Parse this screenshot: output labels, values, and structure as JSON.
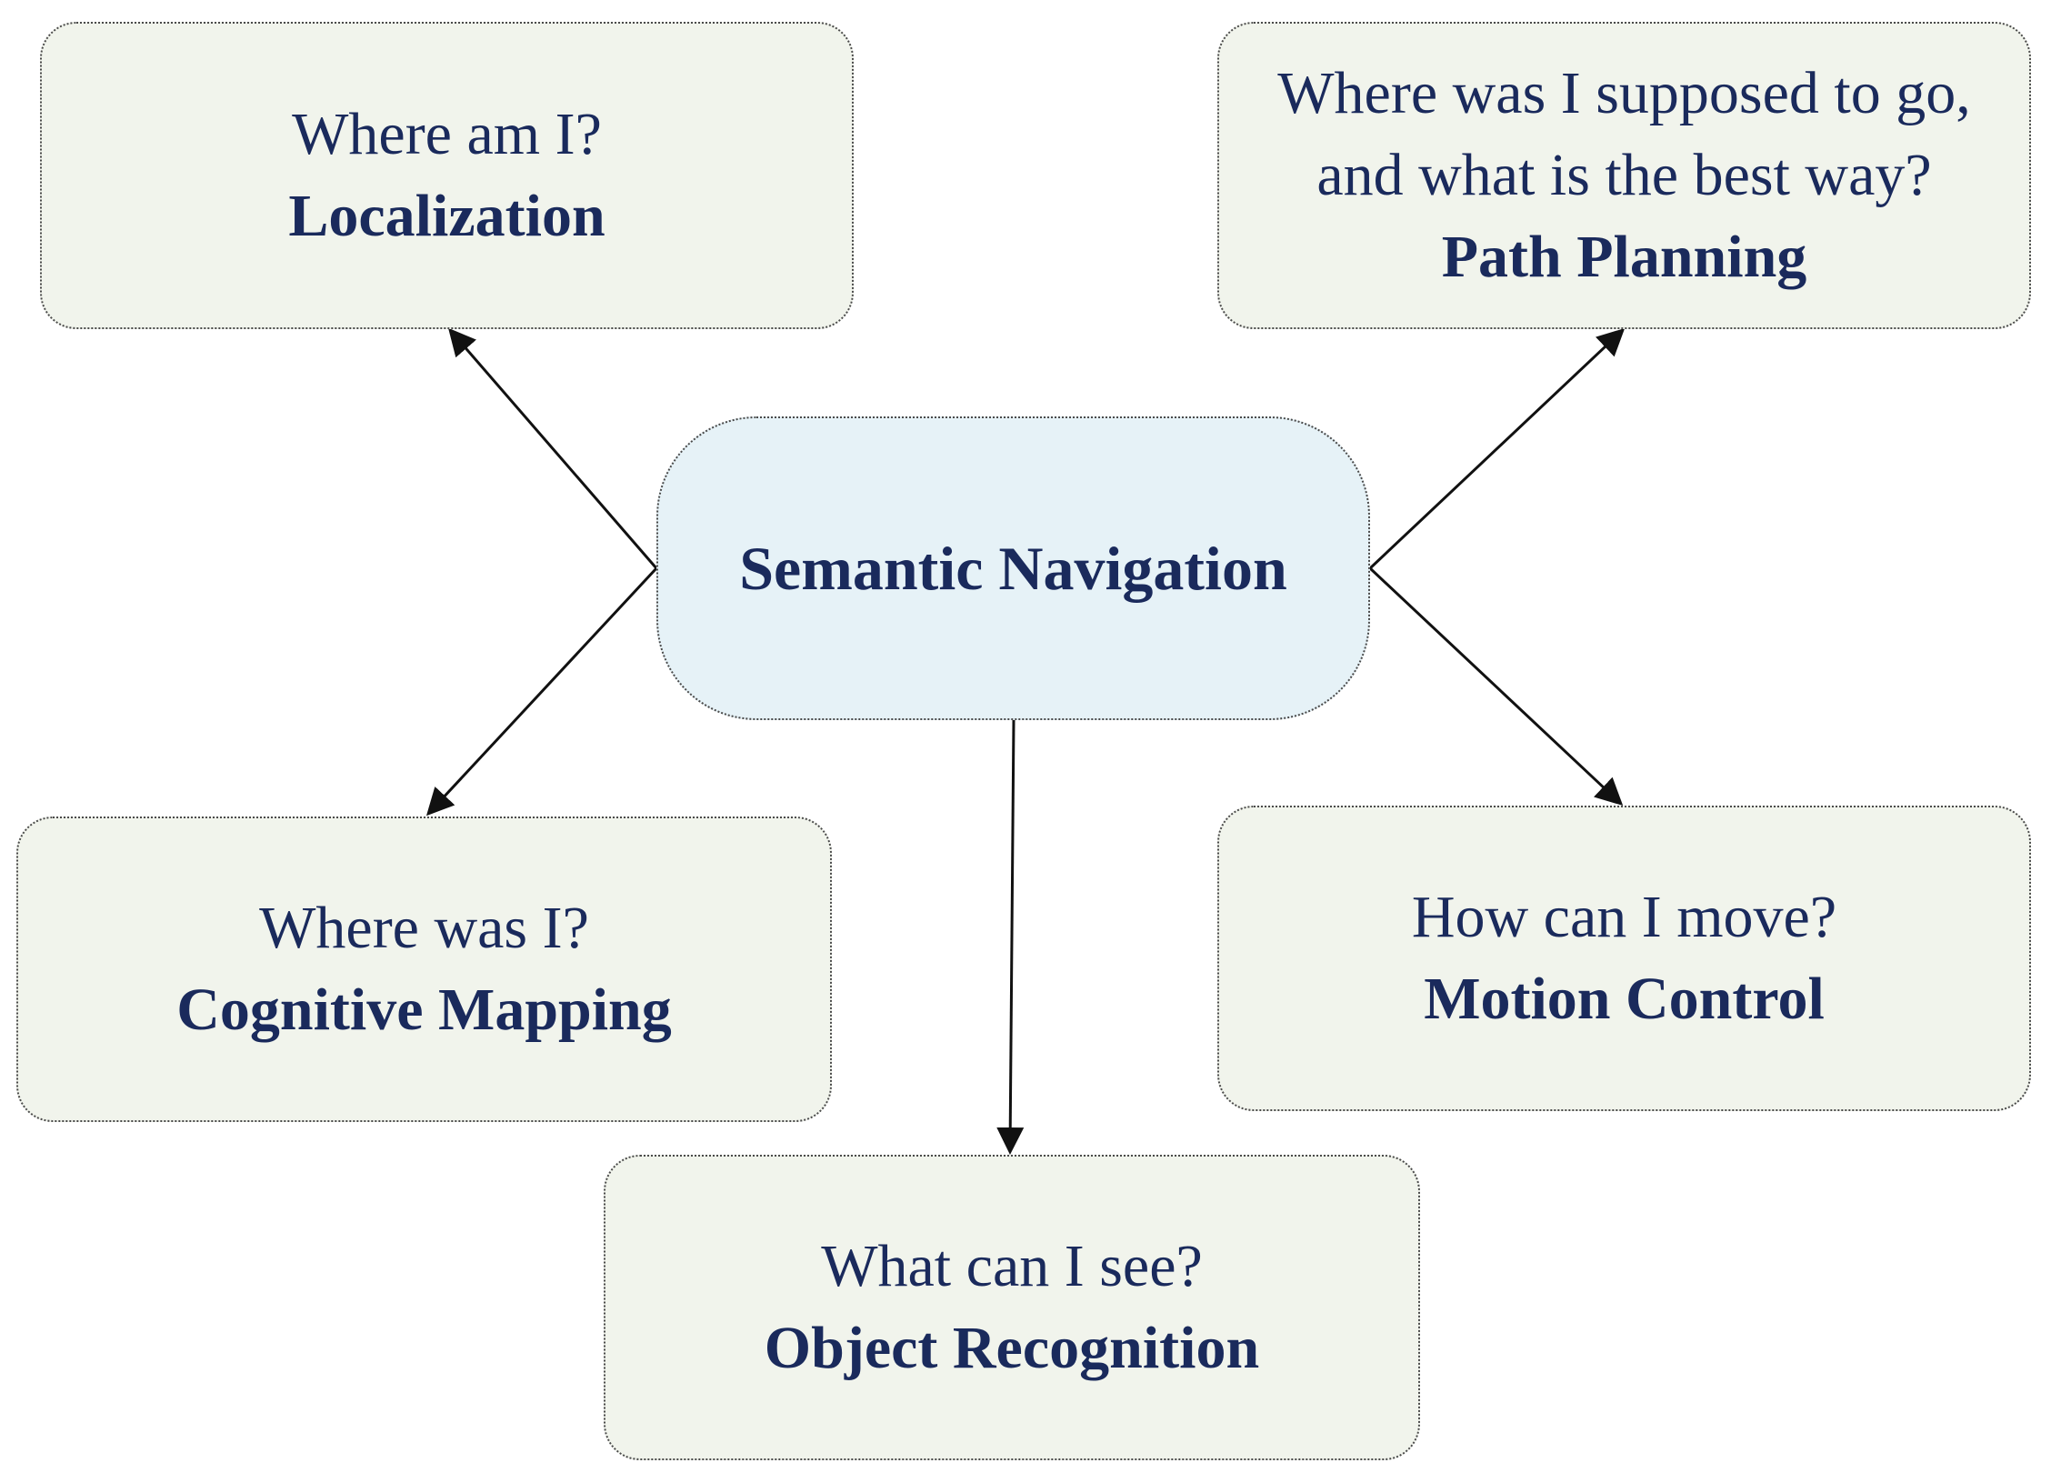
{
  "colors": {
    "text": "#1a2a5c",
    "center_fill": "#e6f2f7",
    "box_fill": "#f1f4ec",
    "border": "#4a4a4a",
    "arrow": "#111111"
  },
  "center": {
    "title": "Semantic Navigation"
  },
  "nodes": {
    "localization": {
      "question": "Where am I?",
      "title": "Localization"
    },
    "path_planning": {
      "question_line1": "Where was I supposed to go,",
      "question_line2": "and what is the best way?",
      "title": "Path Planning"
    },
    "cognitive_mapping": {
      "question": "Where was I?",
      "title": "Cognitive Mapping"
    },
    "motion_control": {
      "question": "How can I move?",
      "title": "Motion Control"
    },
    "object_recognition": {
      "question": "What can I see?",
      "title": "Object Recognition"
    }
  },
  "edges": [
    {
      "from": "center",
      "to": "localization"
    },
    {
      "from": "center",
      "to": "path_planning"
    },
    {
      "from": "center",
      "to": "cognitive_mapping"
    },
    {
      "from": "center",
      "to": "motion_control"
    },
    {
      "from": "center",
      "to": "object_recognition"
    }
  ]
}
